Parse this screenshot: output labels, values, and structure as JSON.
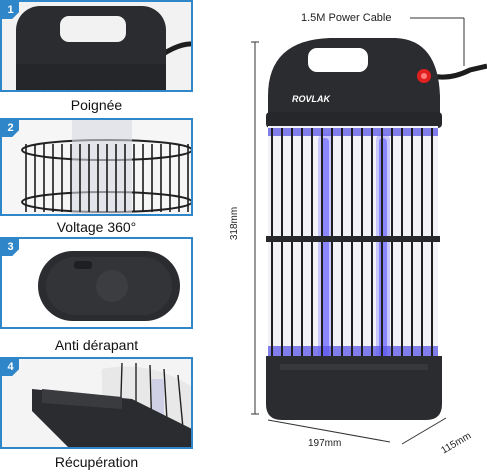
{
  "panels": [
    {
      "number": "1",
      "caption": "Poignée"
    },
    {
      "number": "2",
      "caption": "Voltage 360°"
    },
    {
      "number": "3",
      "caption": "Anti dérapant"
    },
    {
      "number": "4",
      "caption": "Récupération"
    }
  ],
  "product": {
    "brand": "ROVLAK",
    "cable_label": "1.5M Power Cable",
    "height_label": "318mm",
    "width_label": "197mm",
    "depth_label": "115mm"
  },
  "colors": {
    "accent": "#2f86c8",
    "body": "#2b2c2f",
    "uv_glow": "#6f6cff",
    "switch": "#e0201f"
  }
}
